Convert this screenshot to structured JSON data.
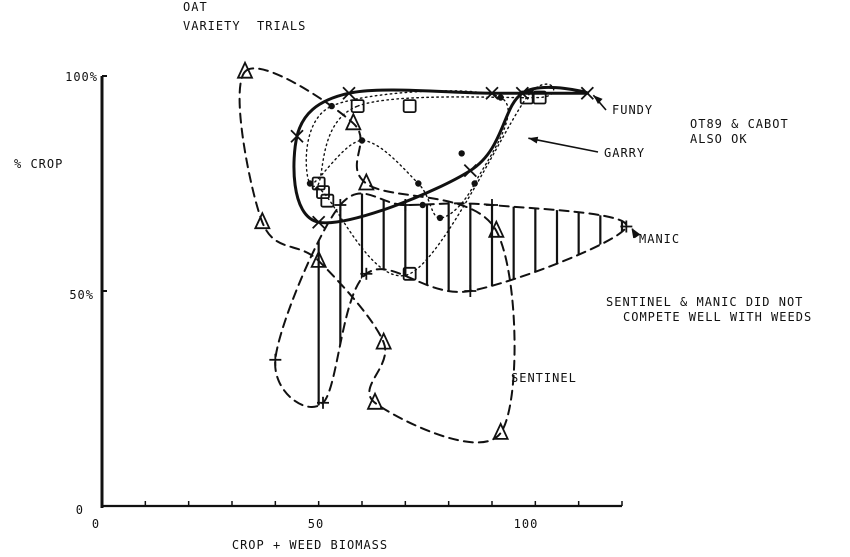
{
  "title_lines": [
    "OAT",
    "VARIETY  TRIALS"
  ],
  "colors": {
    "ink": "#111111",
    "paper": "#ffffff"
  },
  "chart_data": {
    "type": "scatter",
    "title": "OAT VARIETY TRIALS",
    "xlabel": "CROP + WEED BIOMASS",
    "ylabel": "% CROP",
    "xlim": [
      0,
      120
    ],
    "ylim": [
      0,
      100
    ],
    "x_ticks": [
      0,
      50,
      100
    ],
    "y_ticks": [
      {
        "value": 0,
        "label": "0"
      },
      {
        "value": 50,
        "label": "50%"
      },
      {
        "value": 100,
        "label": "100%"
      }
    ],
    "grid": false,
    "series": [
      {
        "name": "FUNDY",
        "marker": "x",
        "outline": "solid",
        "points": [
          [
            57,
            96
          ],
          [
            45,
            86
          ],
          [
            90,
            96
          ],
          [
            112,
            96
          ],
          [
            97,
            96
          ],
          [
            85,
            78
          ],
          [
            50,
            66
          ]
        ],
        "hull": [
          [
            50,
            66
          ],
          [
            45,
            86
          ],
          [
            57,
            96
          ],
          [
            90,
            96
          ],
          [
            112,
            96
          ],
          [
            97,
            96
          ],
          [
            85,
            78
          ]
        ]
      },
      {
        "name": "GARRY",
        "marker": "dot",
        "outline": "dotted",
        "points": [
          [
            48,
            75
          ],
          [
            53,
            93
          ],
          [
            60,
            85
          ],
          [
            73,
            75
          ],
          [
            83,
            82
          ],
          [
            86,
            75
          ],
          [
            92,
            95
          ],
          [
            74,
            70
          ],
          [
            78,
            67
          ]
        ],
        "hull": [
          [
            53,
            93
          ],
          [
            92,
            95
          ],
          [
            86,
            75
          ],
          [
            78,
            67
          ],
          [
            73,
            75
          ],
          [
            60,
            85
          ],
          [
            48,
            75
          ]
        ]
      },
      {
        "name": "OT89 & CABOT ALSO OK",
        "marker": "square",
        "outline": "dotted",
        "points": [
          [
            59,
            93
          ],
          [
            71,
            93
          ],
          [
            98,
            95
          ],
          [
            101,
            95
          ],
          [
            50,
            75
          ],
          [
            52,
            71
          ],
          [
            51,
            73
          ],
          [
            71,
            54
          ]
        ],
        "hull": [
          [
            59,
            93
          ],
          [
            101,
            95
          ],
          [
            98,
            95
          ],
          [
            71,
            54
          ],
          [
            51,
            73
          ],
          [
            50,
            75
          ]
        ]
      },
      {
        "name": "MANIC",
        "marker": "plus",
        "outline": "dashed",
        "hatched": true,
        "points": [
          [
            70,
            70
          ],
          [
            90,
            70
          ],
          [
            121,
            65
          ],
          [
            85,
            50
          ],
          [
            61,
            54
          ],
          [
            55,
            70
          ],
          [
            40,
            34
          ],
          [
            51,
            24
          ]
        ],
        "hull": [
          [
            55,
            70
          ],
          [
            70,
            70
          ],
          [
            90,
            70
          ],
          [
            121,
            65
          ],
          [
            85,
            50
          ],
          [
            61,
            54
          ],
          [
            51,
            24
          ],
          [
            40,
            34
          ]
        ]
      },
      {
        "name": "SENTINEL",
        "marker": "triangle",
        "outline": "dashed",
        "points": [
          [
            33,
            101
          ],
          [
            58,
            89
          ],
          [
            37,
            66
          ],
          [
            61,
            75
          ],
          [
            50,
            57
          ],
          [
            65,
            38
          ],
          [
            63,
            24
          ],
          [
            91,
            64
          ],
          [
            92,
            17
          ]
        ],
        "hull": [
          [
            33,
            101
          ],
          [
            58,
            89
          ],
          [
            61,
            75
          ],
          [
            91,
            64
          ],
          [
            92,
            17
          ],
          [
            63,
            24
          ],
          [
            65,
            38
          ],
          [
            50,
            57
          ],
          [
            37,
            66
          ]
        ]
      }
    ],
    "annotations": [
      {
        "lines": [
          "FUNDY"
        ],
        "target": [
          112,
          96
        ]
      },
      {
        "lines": [
          "GARRY"
        ],
        "target": [
          97,
          86
        ]
      },
      {
        "lines": [
          "OT89 & CABOT",
          "ALSO OK"
        ]
      },
      {
        "lines": [
          "MANIC"
        ],
        "target": [
          121,
          65
        ]
      },
      {
        "lines": [
          "SENTINEL & MANIC DID NOT",
          "COMPETE WELL WITH WEEDS"
        ]
      },
      {
        "lines": [
          "SENTINEL"
        ]
      }
    ]
  }
}
